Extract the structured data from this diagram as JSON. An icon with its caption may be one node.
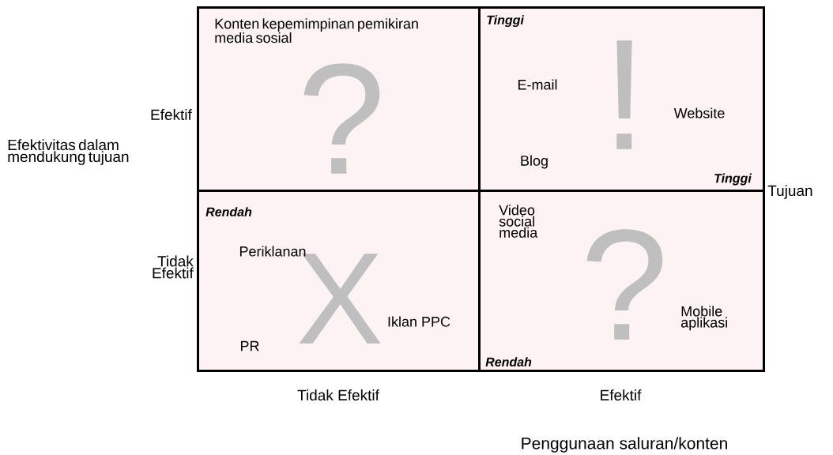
{
  "diagram": {
    "nodes": [
      {
        "text": [
          "Konten kepemimpinan pemikiran media sosial",
          "?"
        ]
      },
      {
        "text": [
          "Tinggi",
          "!",
          "E-mail",
          "Blog",
          "Website",
          "Tinggi"
        ]
      },
      {
        "text": [
          "Rendah",
          "X",
          "Periklanan",
          "Iklan PPC",
          "PR"
        ]
      },
      {
        "text": [
          "Video social media",
          "?",
          "Mobile aplikasi",
          "Rendah"
        ]
      }
    ],
    "labels": [
      "Efektif",
      "Efektivitas dalam mendukung tujuan",
      "Tujuan",
      "Tidak Efektif",
      "Tidak Efektif",
      "Efektif",
      "Penggunaan saluran/konten"
    ]
  }
}
